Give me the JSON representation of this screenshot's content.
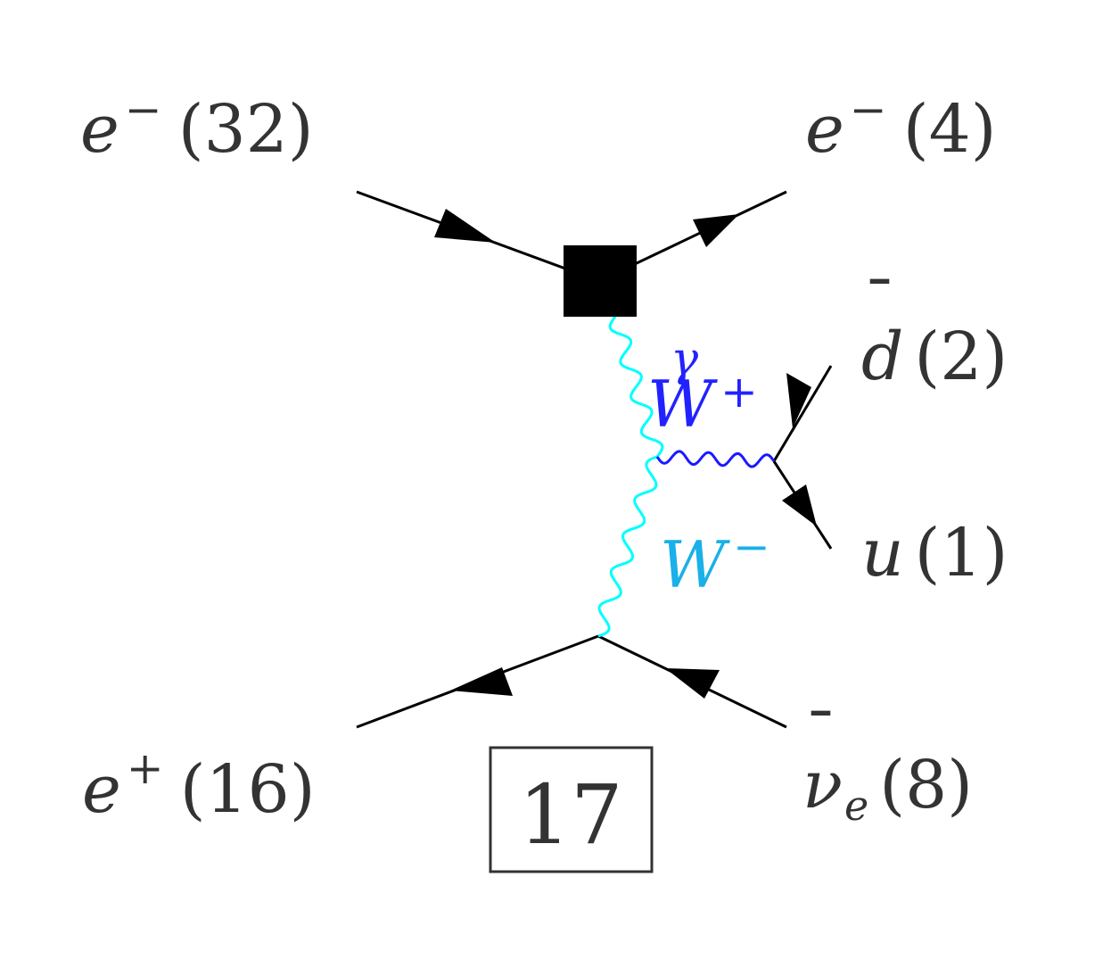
{
  "diagram_number": "17",
  "colors": {
    "fermion": "#000000",
    "label": "#333333",
    "photon_line": "#00ffff",
    "wplus_line": "#1a1aff",
    "photon_label": "#2222ff",
    "wplus_label": "#2222ff",
    "wminus_label": "#1ab0e8",
    "vertex_box": "#000000"
  },
  "particles": {
    "e_minus_in": {
      "symbol": "e",
      "sup": "−",
      "index": "(32)"
    },
    "e_minus_out": {
      "symbol": "e",
      "sup": "−",
      "index": "(4)"
    },
    "d_bar": {
      "symbol": "d",
      "bar": "¯",
      "index": "(2)"
    },
    "u": {
      "symbol": "u",
      "index": "(1)"
    },
    "e_plus": {
      "symbol": "e",
      "sup": "+",
      "index": "(16)"
    },
    "nu_e_bar": {
      "symbol": "ν",
      "sub": "e",
      "bar": "¯",
      "index": "(8)"
    }
  },
  "bosons": {
    "photon": {
      "symbol": "γ"
    },
    "w_plus": {
      "symbol": "W",
      "sup": "+"
    },
    "w_minus": {
      "symbol": "W",
      "sup": "−"
    }
  }
}
